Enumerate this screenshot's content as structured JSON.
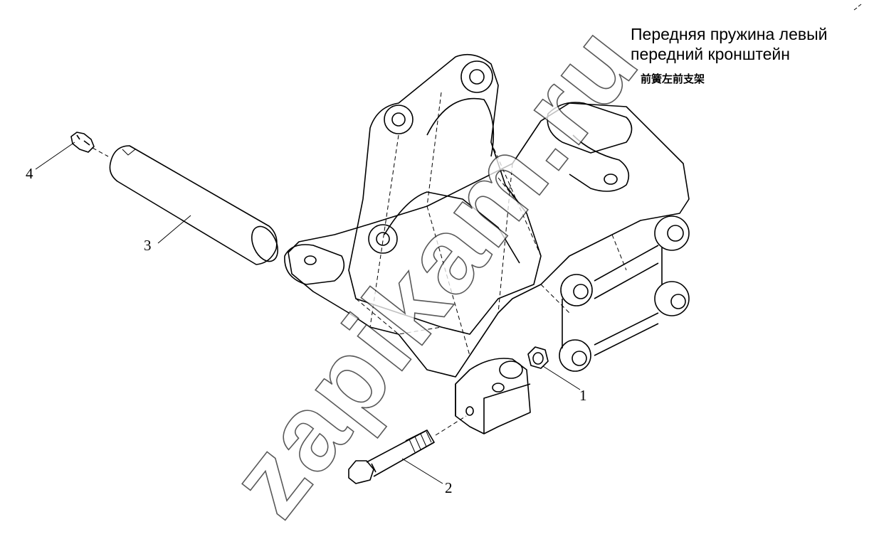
{
  "title": {
    "ru_line1": "Передняя пружина левый",
    "ru_line2": "передний кронштейн",
    "cn": "前簧左前支架"
  },
  "callouts": {
    "c1": "1",
    "c2": "2",
    "c3": "3",
    "c4": "4"
  },
  "watermark": "zapikam.ru"
}
